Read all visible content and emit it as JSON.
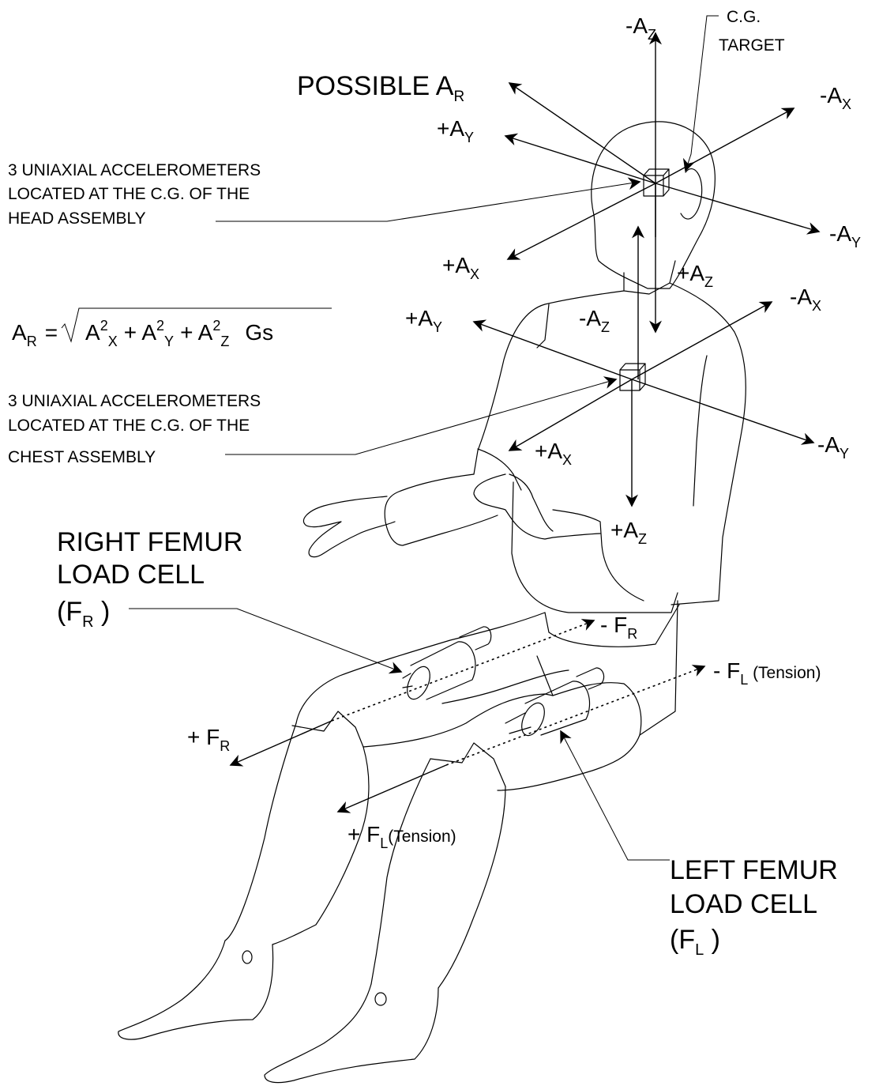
{
  "labels": {
    "cg_target_line1": "C.G.",
    "cg_target_line2": "TARGET",
    "possible": "POSSIBLE A",
    "possible_sub": "R",
    "head_note_1": "3 UNIAXIAL ACCELEROMETERS",
    "head_note_2": "LOCATED AT THE C.G. OF THE",
    "head_note_3": "HEAD ASSEMBLY",
    "chest_note_1": "3 UNIAXIAL ACCELEROMETERS",
    "chest_note_2": "LOCATED AT THE C.G. OF THE",
    "chest_note_3": "CHEST ASSEMBLY",
    "right_femur_1": "RIGHT FEMUR",
    "right_femur_2": "LOAD CELL",
    "right_femur_3_pre": "(F",
    "right_femur_3_sub": "R",
    "right_femur_3_post": " )",
    "left_femur_1": "LEFT FEMUR",
    "left_femur_2": "LOAD CELL",
    "left_femur_3_pre": "(F",
    "left_femur_3_sub": "L",
    "left_femur_3_post": " )"
  },
  "formula": {
    "lhs": "A",
    "lhs_sub": "R",
    "eq": "=",
    "a1": "A",
    "sup1": "2",
    "s1": "X",
    "plus1": "+ A",
    "sup2": "2",
    "s2": "Y",
    "plus2": "+ A",
    "sup3": "2",
    "s3": "Z",
    "units": "Gs"
  },
  "axes": {
    "head_neg_z": "-A",
    "head_neg_z_sub": "Z",
    "head_neg_x": "-A",
    "head_neg_x_sub": "X",
    "head_pos_y": "+A",
    "head_pos_y_sub": "Y",
    "head_neg_y": "-A",
    "head_neg_y_sub": "Y",
    "head_pos_x": "+A",
    "head_pos_x_sub": "X",
    "head_pos_z": "+A",
    "head_pos_z_sub": "Z",
    "chest_neg_z": "-A",
    "chest_neg_z_sub": "Z",
    "chest_neg_x": "-A",
    "chest_neg_x_sub": "X",
    "chest_pos_y": "+A",
    "chest_pos_y_sub": "Y",
    "chest_neg_y": "-A",
    "chest_neg_y_sub": "Y",
    "chest_pos_x": "+A",
    "chest_pos_x_sub": "X",
    "chest_pos_z": "+A",
    "chest_pos_z_sub": "Z"
  },
  "forces": {
    "neg_fr": "- F",
    "neg_fr_sub": "R",
    "neg_fl": "- F",
    "neg_fl_sub": "L",
    "neg_fl_note": " (Tension)",
    "pos_fr": "+ F",
    "pos_fr_sub": "R",
    "pos_fl": "+ F",
    "pos_fl_sub": "L",
    "pos_fl_note": "(Tension)"
  }
}
